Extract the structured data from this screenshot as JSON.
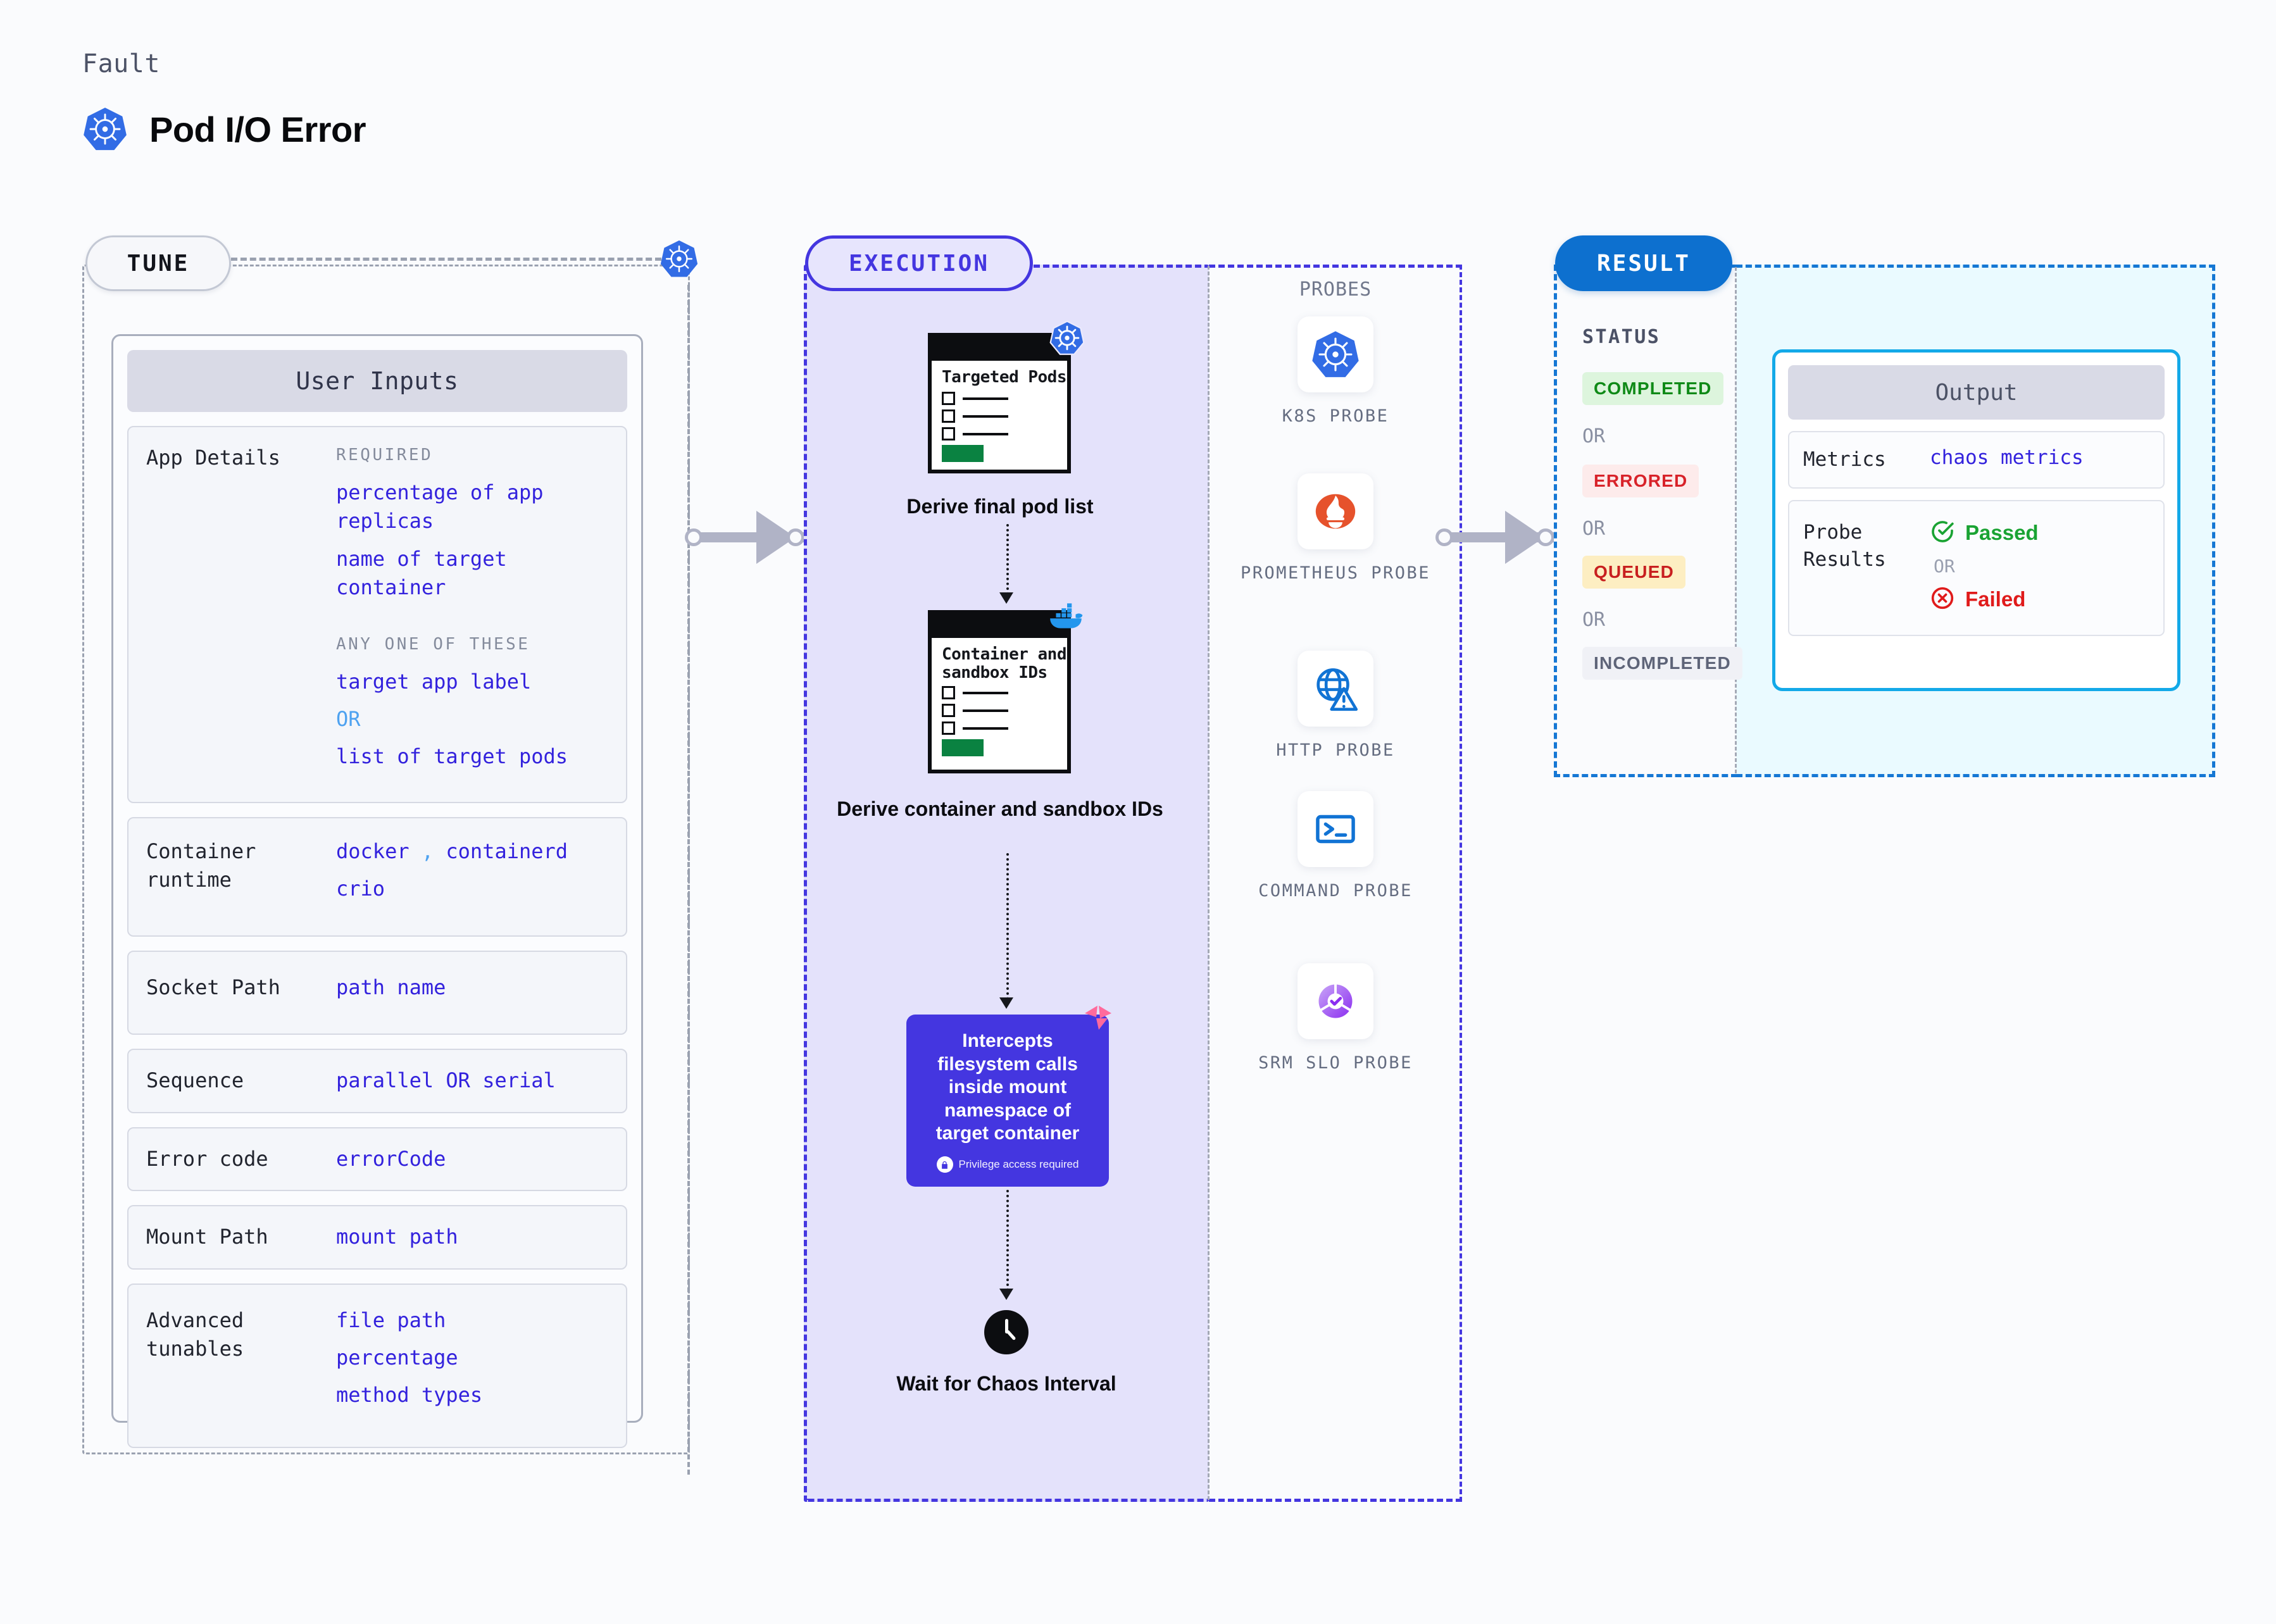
{
  "header": {
    "eyebrow": "Fault",
    "title": "Pod I/O Error",
    "icon": "kubernetes-icon"
  },
  "tune": {
    "pill_label": "TUNE",
    "card_title": "User Inputs",
    "rows": [
      {
        "label": "App Details",
        "groups": [
          {
            "caption": "REQUIRED",
            "values": [
              "percentage of app replicas",
              "name of target container"
            ]
          },
          {
            "caption": "ANY ONE OF THESE",
            "values": [
              "target app label",
              "OR",
              "list of target pods"
            ]
          }
        ]
      },
      {
        "label": "Container runtime",
        "values": [
          "docker , containerd",
          "crio"
        ]
      },
      {
        "label": "Socket Path",
        "values": [
          "path name"
        ]
      },
      {
        "label": "Sequence",
        "values": [
          "parallel OR serial"
        ]
      },
      {
        "label": "Error code",
        "values": [
          "errorCode"
        ]
      },
      {
        "label": "Mount Path",
        "values": [
          "mount path"
        ]
      },
      {
        "label": "Advanced tunables",
        "values": [
          "file path",
          "percentage",
          "method types"
        ]
      }
    ]
  },
  "execution": {
    "pill_label": "EXECUTION",
    "steps": [
      {
        "card_title": "Targeted Pods",
        "caption": "Derive final pod list",
        "badge": "kubernetes-icon"
      },
      {
        "card_title": "Container and sandbox IDs",
        "caption": "Derive container and sandbox IDs",
        "badge": "docker-icon"
      }
    ],
    "action_card": {
      "text": "Intercepts filesystem calls inside mount namespace of target container",
      "footnote": "Privilege access required",
      "icon": "lock-icon",
      "corner_icon": "litmus-icon",
      "color": "#4436e0"
    },
    "wait_step": {
      "icon": "clock-icon",
      "caption": "Wait for Chaos Interval"
    }
  },
  "probes": {
    "title": "PROBES",
    "items": [
      {
        "label": "K8S PROBE",
        "icon": "kubernetes-icon"
      },
      {
        "label": "PROMETHEUS PROBE",
        "icon": "prometheus-icon"
      },
      {
        "label": "HTTP PROBE",
        "icon": "http-globe-warning-icon"
      },
      {
        "label": "COMMAND PROBE",
        "icon": "terminal-icon"
      },
      {
        "label": "SRM SLO PROBE",
        "icon": "srm-slo-icon"
      }
    ]
  },
  "result": {
    "pill_label": "RESULT",
    "status_title": "STATUS",
    "statuses": [
      {
        "label": "COMPLETED",
        "bg": "#ddf5dd",
        "fg": "#0f8a17"
      },
      {
        "label": "ERRORED",
        "bg": "#fdebeb",
        "fg": "#d8232a"
      },
      {
        "label": "QUEUED",
        "bg": "#fdeec2",
        "fg": "#c81f1f"
      },
      {
        "label": "INCOMPLETED",
        "bg": "#f0f1f6",
        "fg": "#5e6478"
      }
    ],
    "or_label": "OR",
    "output": {
      "title": "Output",
      "metrics_label": "Metrics",
      "metrics_value": "chaos metrics",
      "probe_label": "Probe Results",
      "passed": "Passed",
      "or": "OR",
      "failed": "Failed"
    }
  }
}
